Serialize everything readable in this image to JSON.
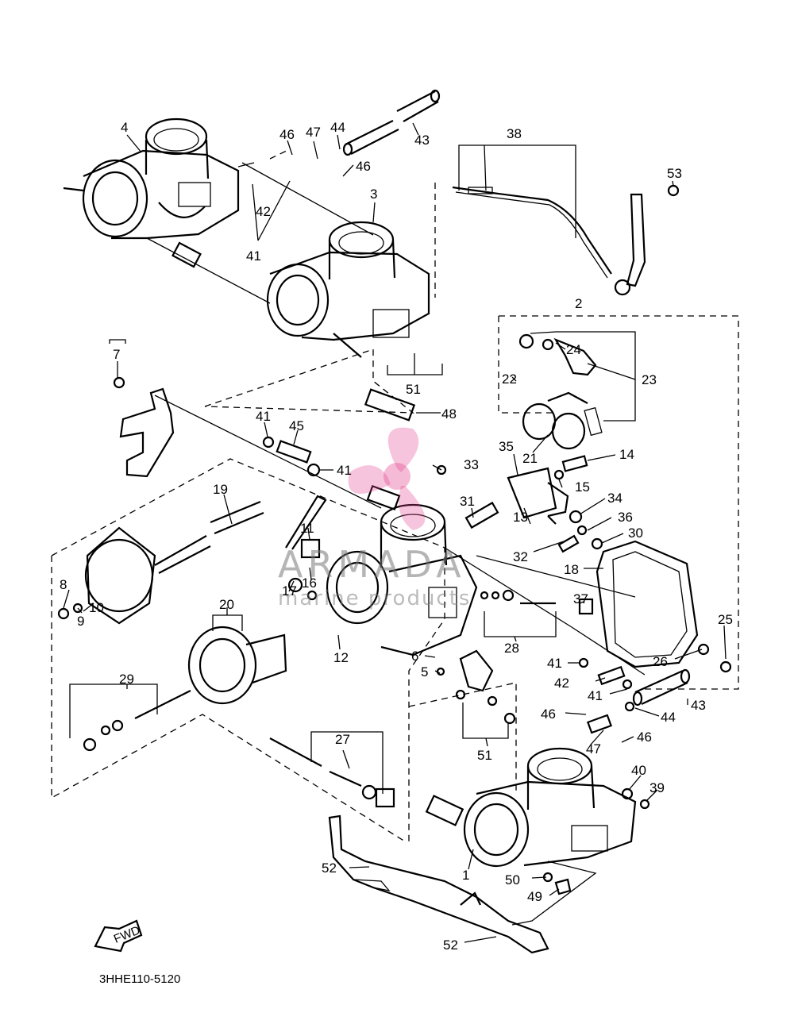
{
  "diagram_code": "3HHE110-5120",
  "fwd_label": "FWD",
  "watermark": {
    "brand": "ARMADA",
    "subtitle": "marine products",
    "accent": "#e23c8a"
  },
  "callouts": [
    {
      "label": "4"
    },
    {
      "label": "46"
    },
    {
      "label": "47"
    },
    {
      "label": "44"
    },
    {
      "label": "43"
    },
    {
      "label": "46"
    },
    {
      "label": "42"
    },
    {
      "label": "41"
    },
    {
      "label": "3"
    },
    {
      "label": "38"
    },
    {
      "label": "53"
    },
    {
      "label": "2"
    },
    {
      "label": "7"
    },
    {
      "label": "24"
    },
    {
      "label": "23"
    },
    {
      "label": "22"
    },
    {
      "label": "51"
    },
    {
      "label": "48"
    },
    {
      "label": "41"
    },
    {
      "label": "45"
    },
    {
      "label": "41"
    },
    {
      "label": "21"
    },
    {
      "label": "35"
    },
    {
      "label": "14"
    },
    {
      "label": "33"
    },
    {
      "label": "15"
    },
    {
      "label": "19"
    },
    {
      "label": "31"
    },
    {
      "label": "34"
    },
    {
      "label": "36"
    },
    {
      "label": "13"
    },
    {
      "label": "30"
    },
    {
      "label": "11"
    },
    {
      "label": "32"
    },
    {
      "label": "18"
    },
    {
      "label": "16"
    },
    {
      "label": "8"
    },
    {
      "label": "17"
    },
    {
      "label": "20"
    },
    {
      "label": "37"
    },
    {
      "label": "9"
    },
    {
      "label": "10"
    },
    {
      "label": "12"
    },
    {
      "label": "25"
    },
    {
      "label": "6"
    },
    {
      "label": "28"
    },
    {
      "label": "26"
    },
    {
      "label": "41"
    },
    {
      "label": "5"
    },
    {
      "label": "42"
    },
    {
      "label": "29"
    },
    {
      "label": "41"
    },
    {
      "label": "43"
    },
    {
      "label": "46"
    },
    {
      "label": "44"
    },
    {
      "label": "27"
    },
    {
      "label": "47"
    },
    {
      "label": "46"
    },
    {
      "label": "51"
    },
    {
      "label": "40"
    },
    {
      "label": "39"
    },
    {
      "label": "52"
    },
    {
      "label": "1"
    },
    {
      "label": "50"
    },
    {
      "label": "49"
    },
    {
      "label": "52"
    }
  ]
}
